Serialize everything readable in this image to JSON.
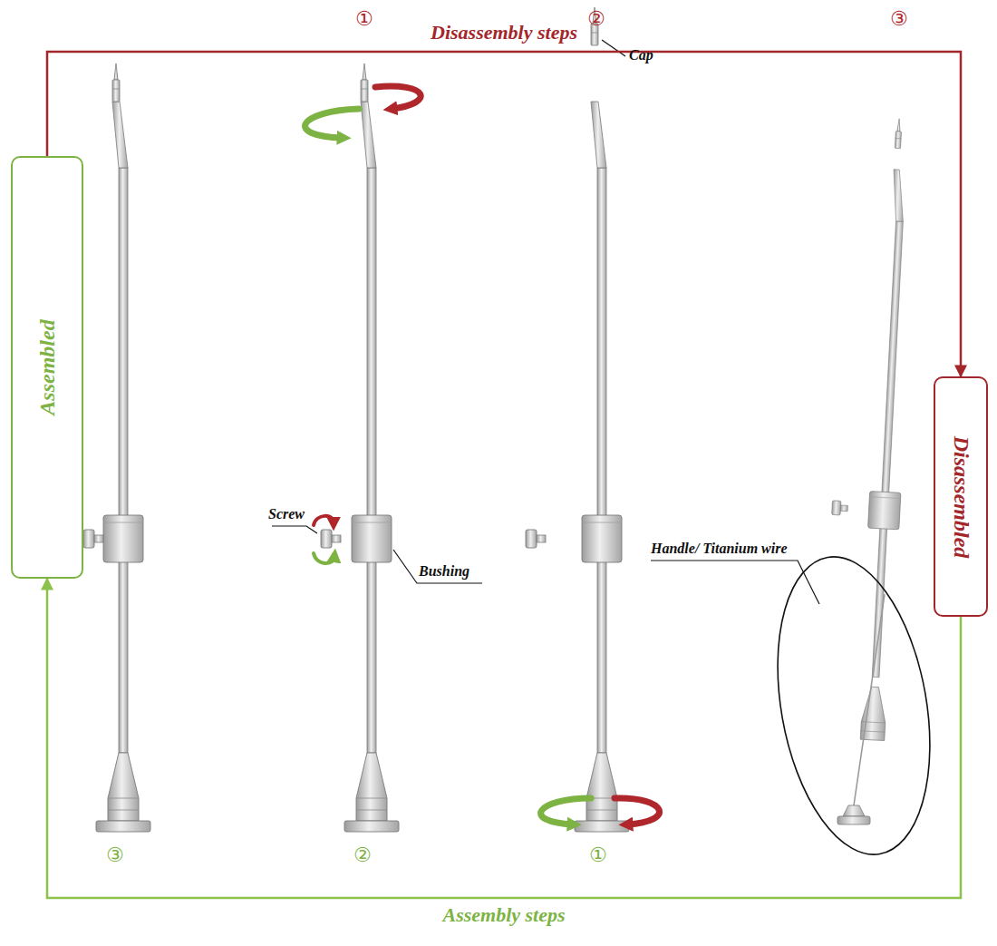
{
  "diagram": {
    "nodes": [
      {
        "text": [
          "Assembled"
        ]
      },
      {
        "text": [
          "Disassembled"
        ]
      }
    ],
    "edges": [
      {
        "from": 0,
        "to": 1,
        "arrow": "to",
        "label": "Disassembly steps"
      },
      {
        "from": 1,
        "to": 0,
        "arrow": "to",
        "label": "Assembly steps"
      }
    ],
    "labels": [
      "①",
      "②",
      "③",
      "③",
      "②",
      "①",
      "Screw",
      "Bushing",
      "Cap",
      "Handle/ Titanium wire"
    ]
  }
}
